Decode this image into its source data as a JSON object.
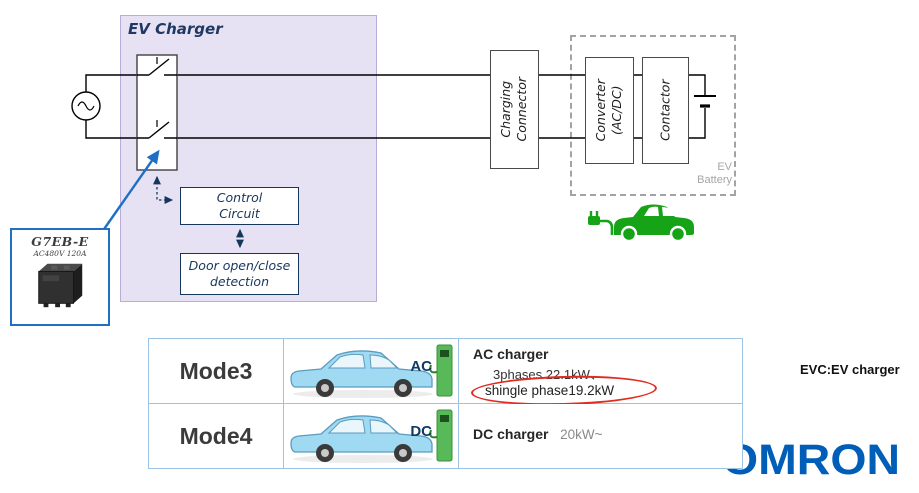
{
  "diagram": {
    "ev_charger": "EV Charger",
    "control_circuit": {
      "line1": "Control",
      "line2": "Circuit"
    },
    "door_detection": {
      "line1": "Door open/close",
      "line2": "detection"
    },
    "relay": {
      "model": "G7EB-E",
      "spec": "AC480V 120A"
    },
    "charging_connector": {
      "line1": "Charging",
      "line2": "Connector"
    },
    "converter": {
      "line1": "Converter",
      "line2": "(AC/DC)"
    },
    "contactor": {
      "label": "Contactor"
    },
    "ev_battery": {
      "line1": "EV",
      "line2": "Battery"
    }
  },
  "table": {
    "rows": [
      {
        "mode": "Mode3",
        "plug_type": "AC",
        "charger_title": "AC charger",
        "detail_line1": "3phases 22.1kW、",
        "detail_line2": "shingle phase19.2kW"
      },
      {
        "mode": "Mode4",
        "plug_type": "DC",
        "charger_title": "DC charger",
        "detail": "20kW~"
      }
    ]
  },
  "footer": {
    "note": "EVC:EV charger",
    "brand": "OMRON"
  },
  "colors": {
    "panel_purple": "#e7e2f3",
    "accent_blue": "#1f6fc4",
    "omron_blue": "#005EB8",
    "highlight_red": "#e02b20",
    "ev_green": "#17a317"
  }
}
